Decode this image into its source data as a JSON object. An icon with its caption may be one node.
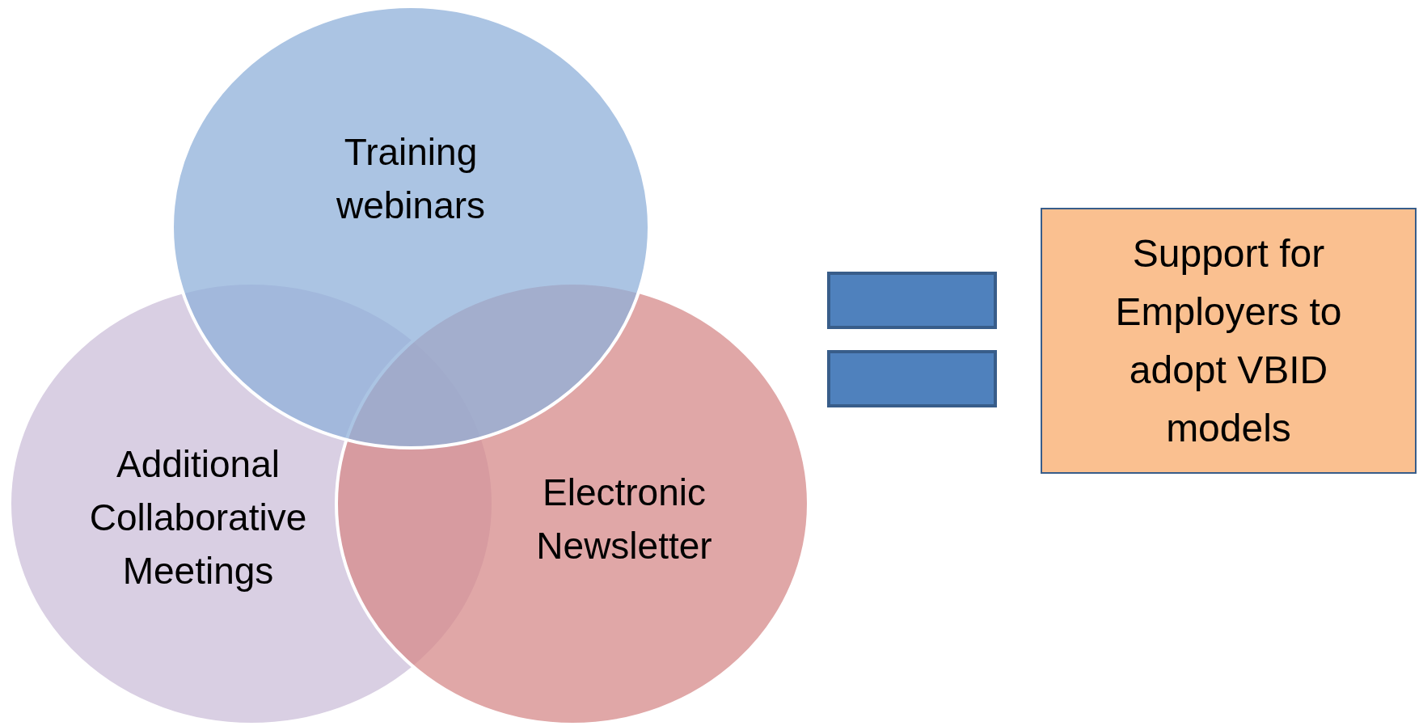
{
  "diagram": {
    "nodes": [
      {
        "text": [
          "Additional Collaborative Meetings"
        ]
      },
      {
        "text": [
          "Electronic Newsletter"
        ]
      },
      {
        "text": [
          "Training webinars"
        ]
      },
      {
        "text": [
          "Support for Employers to adopt VBID models"
        ]
      }
    ]
  }
}
